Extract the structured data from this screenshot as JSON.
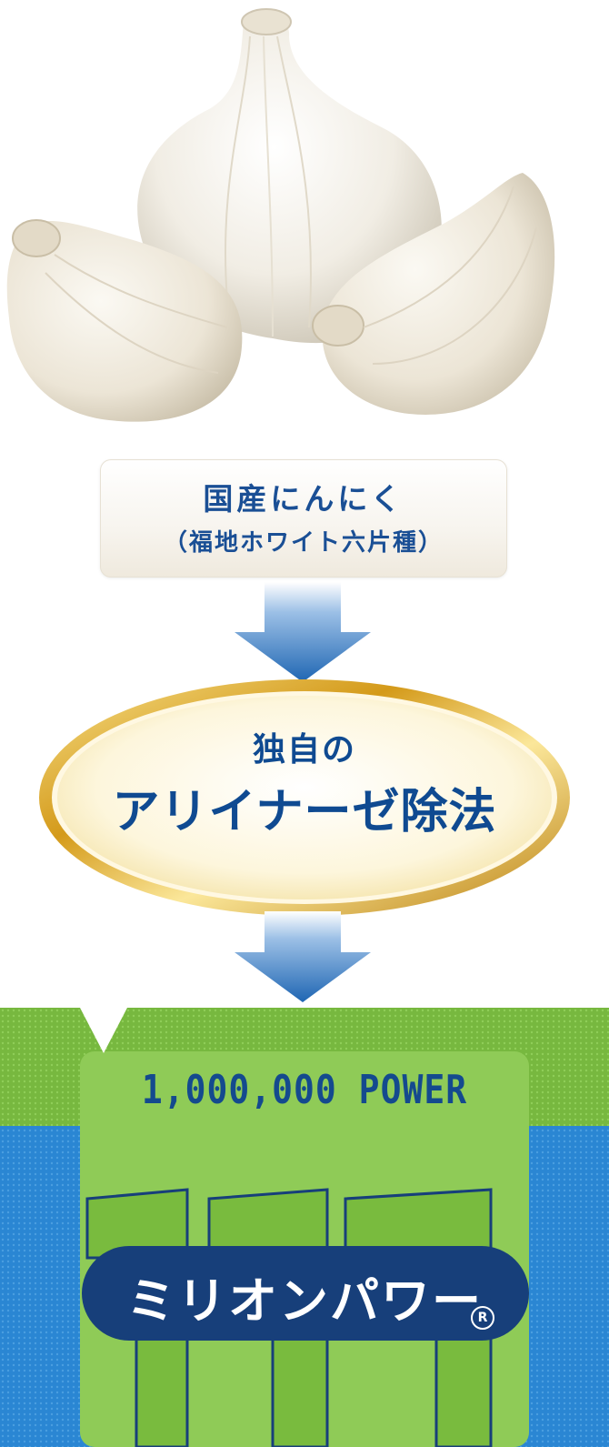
{
  "source": {
    "title": "国産にんにく",
    "subtitle": "（福地ホワイト六片種）"
  },
  "method": {
    "line1": "独自の",
    "line2": "アリイナーゼ除法"
  },
  "product": {
    "power_label": "1,000,000 POWER",
    "name": "ミリオンパワー",
    "registered_mark": "R"
  },
  "colors": {
    "text_blue": "#1a4f95",
    "arrow_blue": "#1f66b3",
    "gold": "#d9a520",
    "sachet_green": "#7dc247",
    "sachet_blue": "#2a86d3",
    "sachet_navy": "#173f7a"
  },
  "icons": {
    "garlic": "garlic-bulb-image",
    "arrow": "arrow-down-icon",
    "triangle": "tear-notch-icon"
  }
}
